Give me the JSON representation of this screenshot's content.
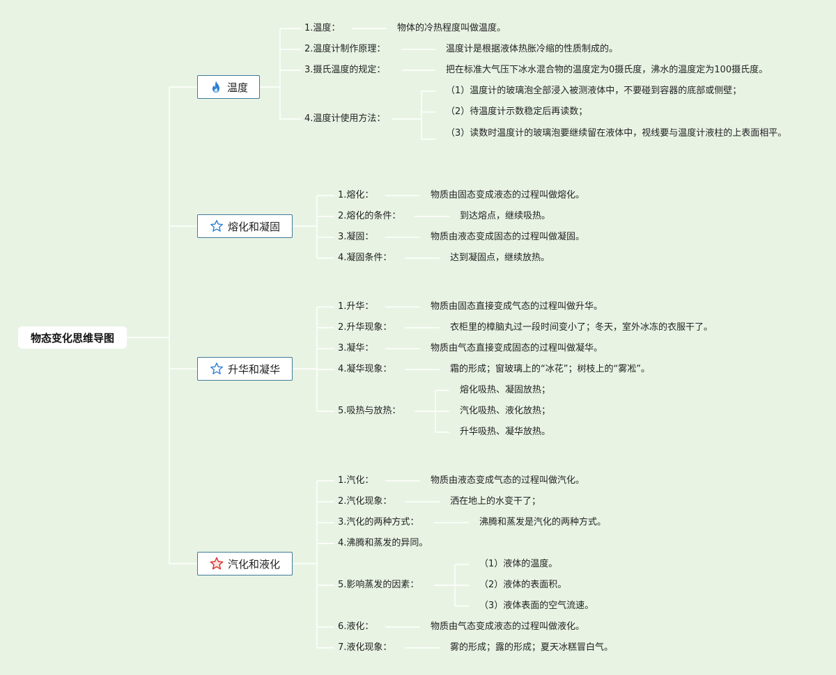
{
  "root": "物态变化思维导图",
  "branches": [
    {
      "title": "温度",
      "icon": "flame-icon",
      "items": [
        {
          "label": "1.温度：",
          "desc": "物体的冷热程度叫做温度。"
        },
        {
          "label": "2.温度计制作原理：",
          "desc": "温度计是根据液体热胀冷缩的性质制成的。"
        },
        {
          "label": "3.摄氏温度的规定：",
          "desc": "把在标准大气压下冰水混合物的温度定为0摄氏度，沸水的温度定为100摄氏度。"
        },
        {
          "label": "4.温度计使用方法：",
          "subs": [
            "（1）温度计的玻璃泡全部浸入被测液体中，不要碰到容器的底部或侧壁；",
            "（2）待温度计示数稳定后再读数；",
            "（3）读数时温度计的玻璃泡要继续留在液体中，视线要与温度计液柱的上表面相平。"
          ]
        }
      ]
    },
    {
      "title": "熔化和凝固",
      "icon": "star-outline-icon",
      "items": [
        {
          "label": "1.熔化：",
          "desc": "物质由固态变成液态的过程叫做熔化。"
        },
        {
          "label": "2.熔化的条件：",
          "desc": "到达熔点，继续吸热。"
        },
        {
          "label": "3.凝固：",
          "desc": "物质由液态变成固态的过程叫做凝固。"
        },
        {
          "label": "4.凝固条件：",
          "desc": "达到凝固点，继续放热。"
        }
      ]
    },
    {
      "title": "升华和凝华",
      "icon": "star-outline-icon",
      "items": [
        {
          "label": "1.升华：",
          "desc": "物质由固态直接变成气态的过程叫做升华。"
        },
        {
          "label": "2.升华现象：",
          "desc": "衣柜里的樟脑丸过一段时间变小了；冬天，室外冰冻的衣服干了。"
        },
        {
          "label": "3.凝华：",
          "desc": "物质由气态直接变成固态的过程叫做凝华。"
        },
        {
          "label": "4.凝华现象：",
          "desc": "霜的形成；窗玻璃上的“冰花”；树枝上的“雾凇”。"
        },
        {
          "label": "5.吸热与放热：",
          "subs": [
            "熔化吸热、凝固放热；",
            "汽化吸热、液化放热；",
            "升华吸热、凝华放热。"
          ]
        }
      ]
    },
    {
      "title": "汽化和液化",
      "icon": "star-red-icon",
      "items": [
        {
          "label": "1.汽化：",
          "desc": "物质由液态变成气态的过程叫做汽化。"
        },
        {
          "label": "2.汽化现象：",
          "desc": "洒在地上的水变干了；"
        },
        {
          "label": "3.汽化的两种方式：",
          "desc": "沸腾和蒸发是汽化的两种方式。"
        },
        {
          "label": "4.沸腾和蒸发的异同。"
        },
        {
          "label": "5.影响蒸发的因素：",
          "subs": [
            "（1）液体的温度。",
            "（2）液体的表面积。",
            "（3）液体表面的空气流速。"
          ]
        },
        {
          "label": "6.液化：",
          "desc": "物质由气态变成液态的过程叫做液化。"
        },
        {
          "label": "7.液化现象：",
          "desc": "雾的形成；露的形成；夏天冰糕冒白气。"
        }
      ]
    }
  ],
  "colors": {
    "background": "#e8f3e4",
    "connector": "#ffffff",
    "branch_border": "#3e7a96",
    "icon_blue": "#2a7fd4",
    "icon_red": "#d9382f"
  }
}
